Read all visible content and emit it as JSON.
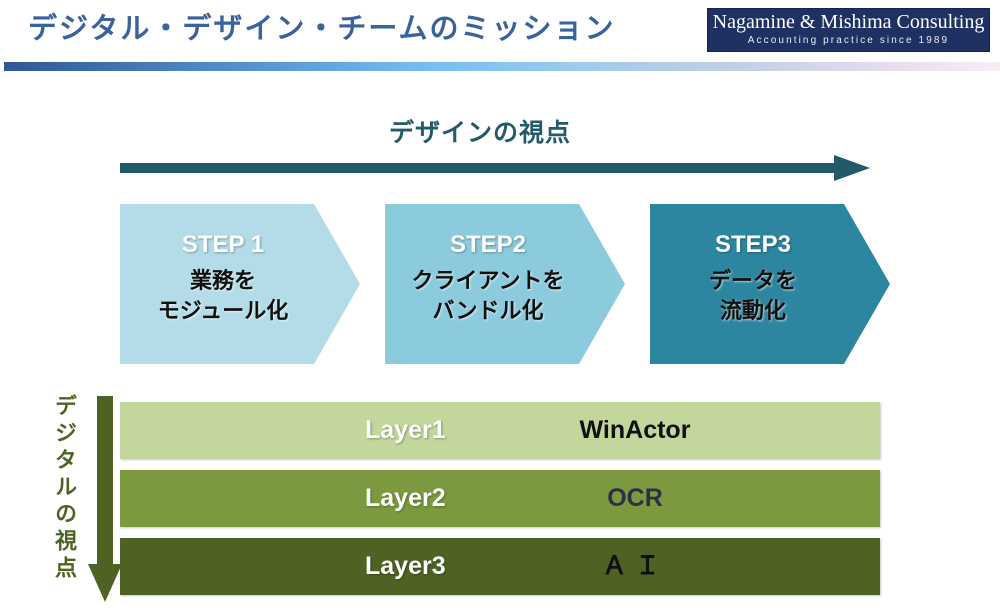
{
  "header": {
    "title": "デジタル・デザイン・チームのミッション",
    "title_color": "#39639b",
    "logo": {
      "name": "Nagamine & Mishima Consulting",
      "tagline": "Accounting practice since 1989",
      "background": "#1f3163"
    }
  },
  "design_axis": {
    "heading": "デザインの視点",
    "heading_color": "#215a68",
    "arrow_color": "#215a68",
    "arrow_direction": "right"
  },
  "steps": [
    {
      "step_label": "STEP 1",
      "line1": "業務を",
      "line2": "モジュール化",
      "color": "#b3dce8"
    },
    {
      "step_label": "STEP2",
      "line1": "クライアントを",
      "line2": "バンドル化",
      "color": "#8ccbdd"
    },
    {
      "step_label": "STEP3",
      "line1": "データを",
      "line2": "流動化",
      "color": "#2d86a0"
    }
  ],
  "digital_axis": {
    "label": "デジタルの視点",
    "label_color": "#4e6323",
    "arrow_color": "#4e6323",
    "arrow_direction": "down"
  },
  "layers": [
    {
      "name": "Layer1",
      "value": "WinActor",
      "color": "#c3d69b",
      "value_color": "#111111"
    },
    {
      "name": "Layer2",
      "value": "OCR",
      "color": "#7b9a3f",
      "value_color": "#2e2e4a"
    },
    {
      "name": "Layer3",
      "value": "ＡＩ",
      "color": "#4e6323",
      "value_color": "#111111"
    }
  ]
}
